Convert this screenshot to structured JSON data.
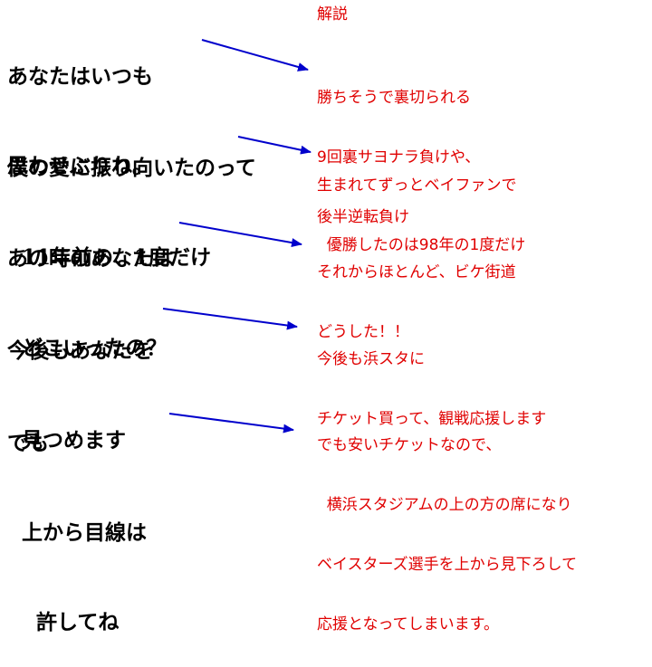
{
  "colors": {
    "lyric": "#000000",
    "note": "#e00000",
    "arrow": "#0000cc"
  },
  "header": {
    "label": "解説"
  },
  "lyrics": [
    [
      "あなたはいつも",
      "思わせぶりね。"
    ],
    [
      "僕の愛に振り向いたのって",
      "  11年前の、1度だけ"
    ],
    [
      "あの時のあなたは",
      "  どこいったの？"
    ],
    [
      "今後もあなたを",
      "  見つめます"
    ],
    [
      "でも",
      "  上から目線は",
      "    許してね"
    ]
  ],
  "notes": [
    [
      "勝ちそうで裏切られる",
      "9回裏サヨナラ負けや、",
      "後半逆転負け"
    ],
    [
      "生まれてずっとベイファンで",
      "  優勝したのは98年の1度だけ"
    ],
    [
      "それからほとんど、ビケ街道",
      "どうした！！"
    ],
    [
      "今後も浜スタに",
      "チケット買って、観戦応援します"
    ],
    [
      "でも安いチケットなので、",
      "  横浜スタジアムの上の方の席になり",
      "ベイスターズ選手を上から見下ろして",
      "応援となってしまいます。"
    ]
  ]
}
